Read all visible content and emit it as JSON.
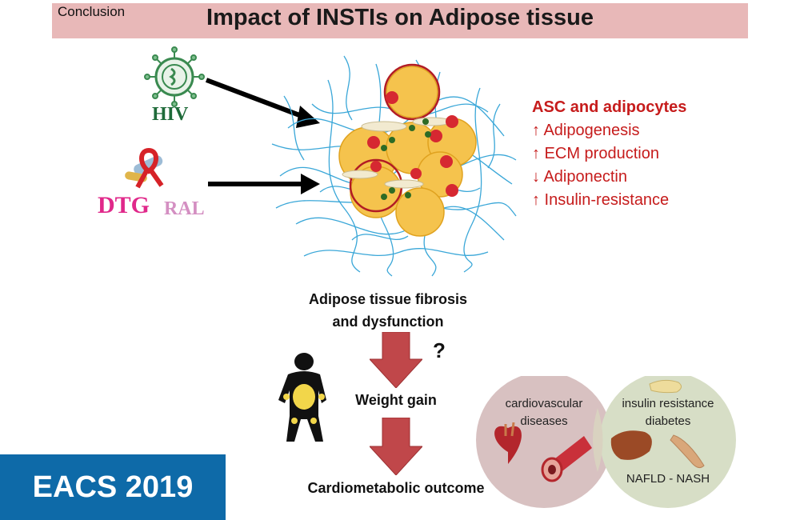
{
  "header": {
    "section_label": "Conclusion",
    "title": "Impact of INSTIs on Adipose tissue"
  },
  "inputs": {
    "virus_label": "HIV",
    "drug_primary": "DTG",
    "drug_secondary": "RAL"
  },
  "effects": {
    "heading": "ASC and adipocytes",
    "items": [
      "↑ Adipogenesis",
      "↑ ECM production",
      "↓ Adiponectin",
      "↑ Insulin-resistance"
    ]
  },
  "flow": {
    "step1_line1": "Adipose tissue fibrosis",
    "step1_line2": "and dysfunction",
    "question_mark": "?",
    "step2": "Weight gain",
    "step3": "Cardiometabolic outcome"
  },
  "outcomes": {
    "cardio_line1": "cardiovascular",
    "cardio_line2": "diseases",
    "insulin_line1": "insulin resistance",
    "insulin_line2": "diabetes",
    "liver": "NAFLD - NASH"
  },
  "badge": {
    "text": "EACS 2019"
  },
  "colors": {
    "title_bar": "#e8b8b8",
    "effects_red": "#c61c1c",
    "arrow_red": "#c0474a",
    "badge_blue": "#0e6aa8",
    "cardio_circle": "#d8c1c1",
    "insulin_circle": "#d7dec6",
    "hiv_green": "#1f6b3a",
    "dtg_pink": "#e0288a",
    "ral_pink": "#d48fc2"
  }
}
